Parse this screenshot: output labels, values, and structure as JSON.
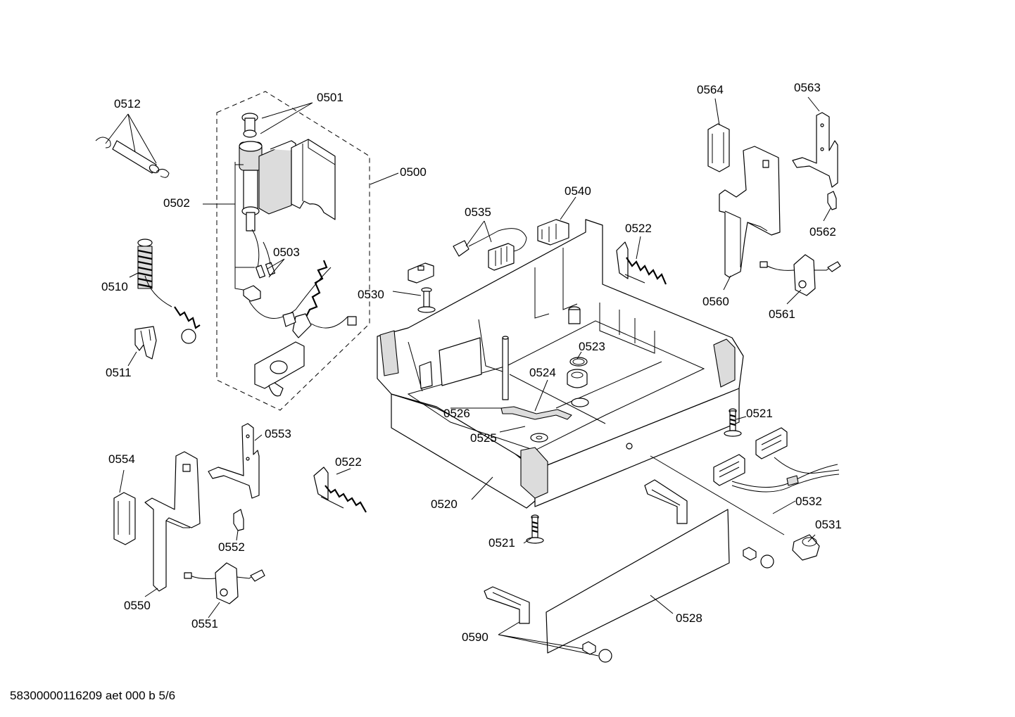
{
  "footer": {
    "text": "58300000116209 aet 000 b 5/6"
  },
  "labels": {
    "p0500": "0500",
    "p0501": "0501",
    "p0502": "0502",
    "p0503": "0503",
    "p0510": "0510",
    "p0511": "0511",
    "p0512": "0512",
    "p0520": "0520",
    "p0521a": "0521",
    "p0521b": "0521",
    "p0522a": "0522",
    "p0522b": "0522",
    "p0523": "0523",
    "p0524": "0524",
    "p0525": "0525",
    "p0526": "0526",
    "p0528": "0528",
    "p0530": "0530",
    "p0531": "0531",
    "p0532": "0532",
    "p0535": "0535",
    "p0540": "0540",
    "p0550": "0550",
    "p0551": "0551",
    "p0552": "0552",
    "p0553": "0553",
    "p0554": "0554",
    "p0560": "0560",
    "p0561": "0561",
    "p0562": "0562",
    "p0563": "0563",
    "p0564": "0564",
    "p0590": "0590"
  }
}
